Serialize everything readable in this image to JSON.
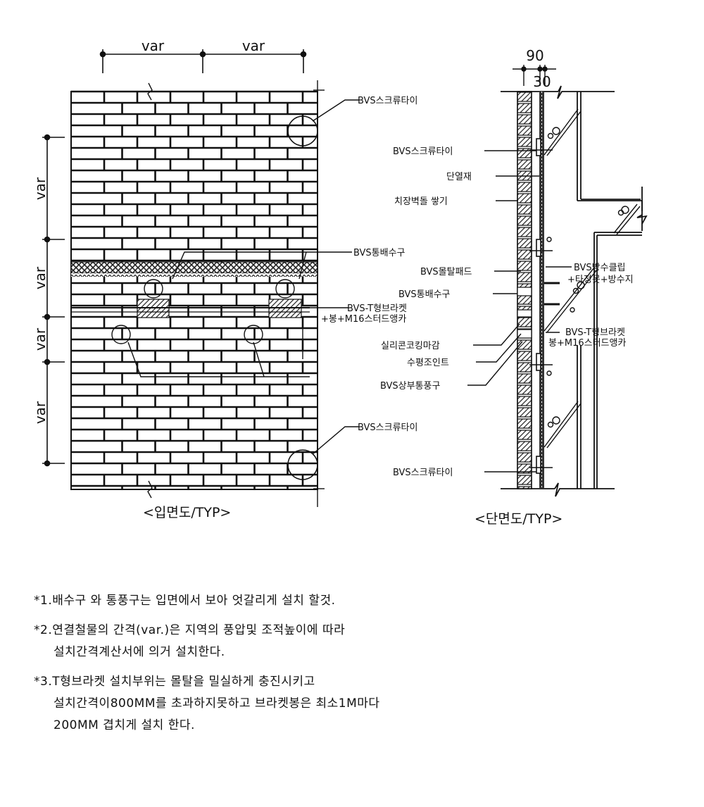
{
  "elevation": {
    "title": "<입면도/TYP>",
    "top_dims": [
      "var",
      "var"
    ],
    "side_dims": [
      "var",
      "var",
      "var",
      "var"
    ],
    "labels": {
      "screw_tie_top": "BVS스크류타이",
      "weep_hole": "BVS통배수구",
      "t_bracket_1": "BVS-T형브라켓",
      "t_bracket_2": "+봉+M16스터드앵카",
      "screw_tie_bottom": "BVS스크류타이"
    }
  },
  "section": {
    "title": "<단면도/TYP>",
    "dim_top": "90",
    "dim_sub": "30",
    "labels": {
      "screw_tie_1": "BVS스크류타이",
      "insulation": "단열재",
      "brick_veneer": "치장벽돌 쌓기",
      "mortar_pad": "BVS몰탈패드",
      "weep_hole": "BVS통배수구",
      "flashing_1": "BVS방수클립",
      "flashing_2": "+타정못+방수지",
      "t_bracket_1": "BVS-T형브라켓",
      "t_bracket_2": "봉+M16스터드앵카",
      "silicone": "실리콘코킹마감",
      "horizontal_joint": "수평조인트",
      "top_vent": "BVS상부통풍구",
      "screw_tie_2": "BVS스크류타이"
    }
  },
  "notes": [
    {
      "lines": [
        "*1.배수구 와 통풍구는 입면에서 보아 엇갈리게 설치 할것."
      ]
    },
    {
      "lines": [
        "*2.연결철물의 간격(var.)은  지역의 풍압및 조적높이에 따라",
        "설치간격계산서에 의거 설치한다."
      ]
    },
    {
      "lines": [
        "*3.T형브라켓 설치부위는 몰탈을 밀실하게 충진시키고",
        "설치간격이800MM를 초과하지못하고 브라켓봉은 최소1M마다",
        "200MM 겹치게 설치 한다."
      ]
    }
  ],
  "colors": {
    "ink": "#111111",
    "paper": "#ffffff",
    "hatch": "#222222"
  }
}
